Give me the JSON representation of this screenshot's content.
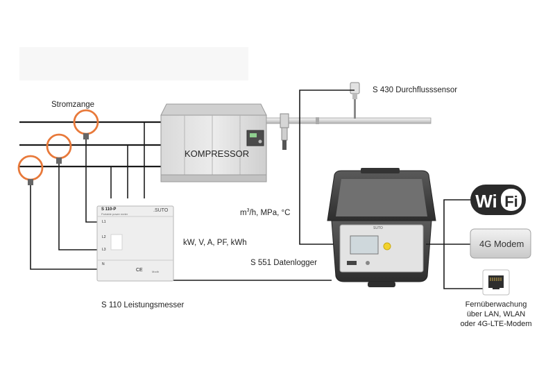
{
  "labels": {
    "clamp": "Stromzange",
    "compressor": "KOMPRESSOR",
    "flow_sensor": "S 430 Durchflusssensor",
    "flow_units_pre": "m",
    "flow_units_sup": "3",
    "flow_units_post": "/h, MPa, °C",
    "power_units": "kW, V, A, PF, kWh",
    "datalogger": "S 551 Datenlogger",
    "power_meter": "S 110 Leistungsmesser",
    "modem": "4G Modem",
    "wifi_a": "Wi",
    "wifi_b": "Fi",
    "remote_1": "Fernüberwachung",
    "remote_2": "über LAN, WLAN",
    "remote_3": "oder 4G-LTE-Modem"
  },
  "meter": {
    "model": "S 110-P",
    "subtitle": "Portable power meter",
    "brand": ".SUTO",
    "l1": "L1",
    "l2": "L2",
    "l3": "L3",
    "n": "N",
    "ce": "CE",
    "modb": "Modb"
  },
  "logger": {
    "brand": "SUTO"
  },
  "colors": {
    "clamp_ring": "#e8793a",
    "wire": "#1a1a1a",
    "wifi_bg": "#2a2a2a"
  }
}
